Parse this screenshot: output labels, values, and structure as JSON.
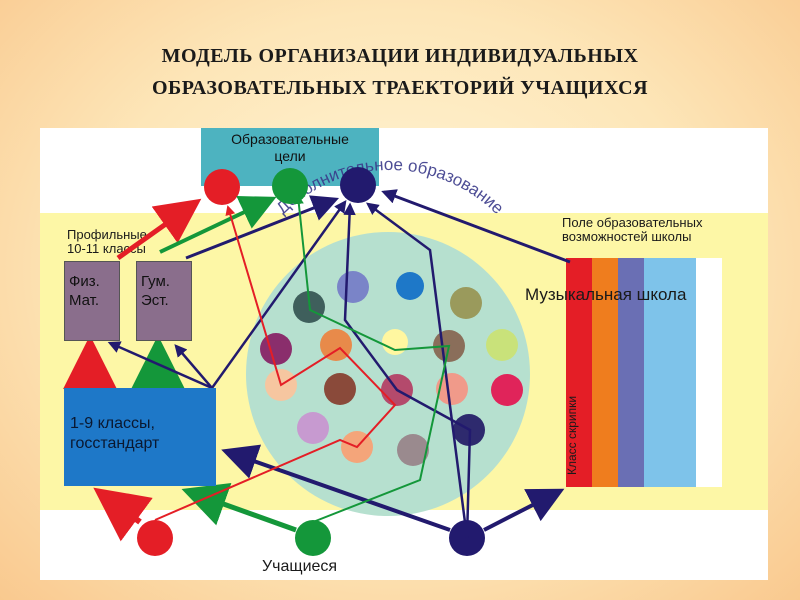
{
  "title": {
    "line1": "МОДЕЛЬ ОРГАНИЗАЦИИ ИНДИВИДУАЛЬНЫХ",
    "line2": "ОБРАЗОВАТЕЛЬНЫХ ТРАЕКТОРИЙ УЧАЩИХСЯ"
  },
  "goals": {
    "line1": "Образовательные",
    "line2": "цели"
  },
  "profile": {
    "line1": "Профильные",
    "line2": "10-11 классы",
    "physmath": {
      "line1": "Физ.",
      "line2": "Мат."
    },
    "humanities": {
      "line1": "Гум.",
      "line2": "Эст."
    }
  },
  "base": {
    "line1": "1-9 классы,",
    "line2": "госстандарт"
  },
  "additional_education": "Дополнительное образование",
  "school_field": {
    "line1": "Поле образовательных",
    "line2": "возможностей школы"
  },
  "music_school": "Музыкальная школа",
  "violin_class": "Класс скрипки",
  "students": "Учащиеся",
  "colors": {
    "red": "#e41e26",
    "green": "#14973a",
    "navy": "#221a6e",
    "goals_box": "#4db3c0",
    "base_box": "#1e78c8",
    "profile_box": "#8a6e8c",
    "field": "#fdf7a6",
    "circle": "#b6e0cf",
    "stripes": [
      "#e41e26",
      "#ef7d1e",
      "#6a6fb4",
      "#7ec3ea",
      "#ffffff"
    ]
  }
}
